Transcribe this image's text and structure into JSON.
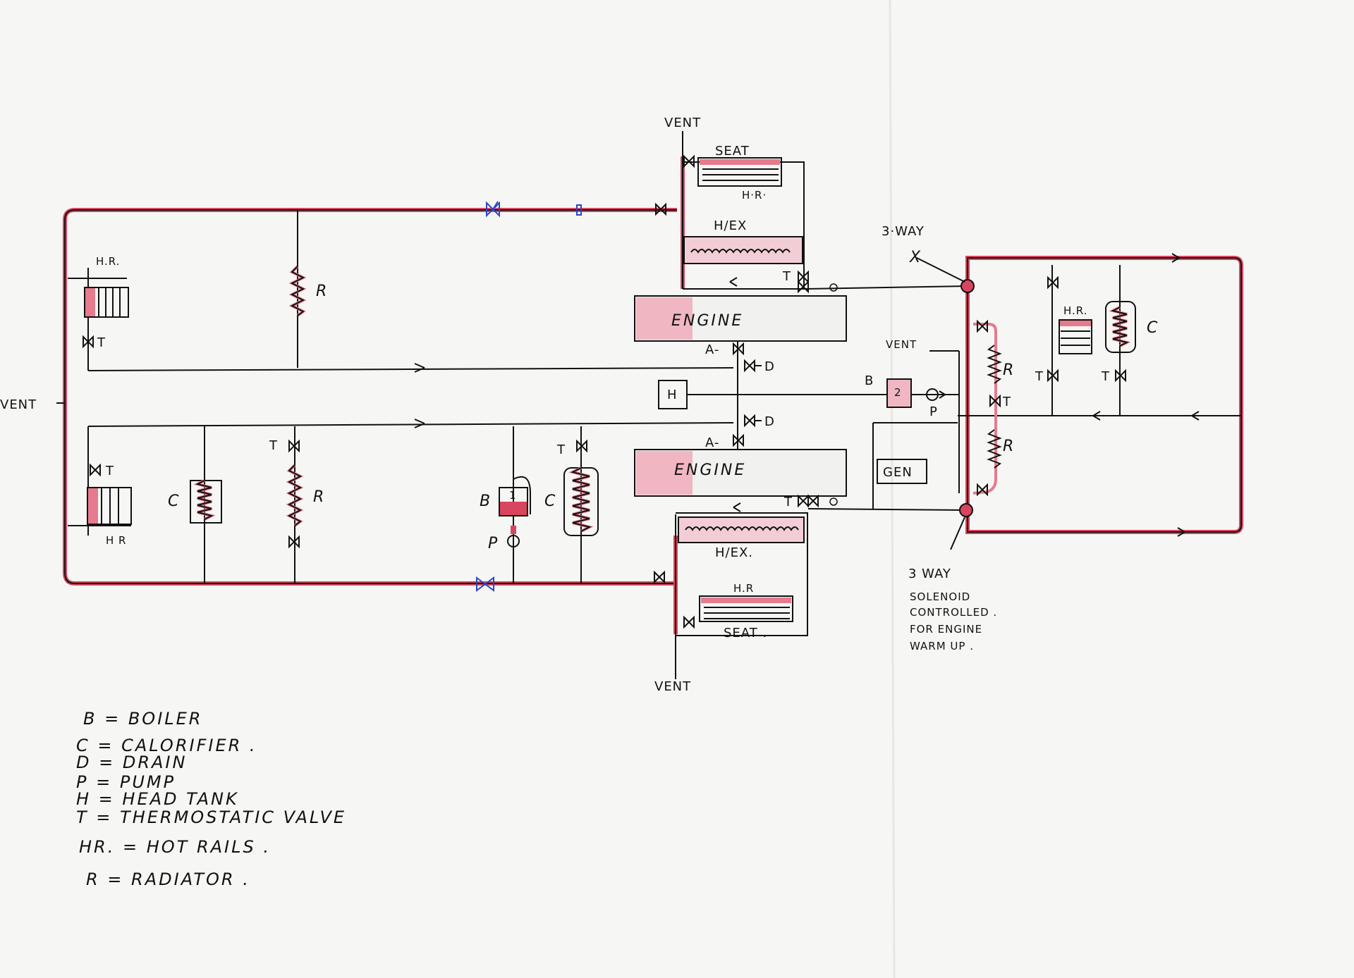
{
  "labels": {
    "vent_top": "VENT",
    "vent_bottom": "VENT",
    "vent_left": "VENT",
    "vent_right": "VENT",
    "seat_top": "SEAT",
    "seat_bottom": "SEAT .",
    "hr_top_seat": "H·R·",
    "hr_bottom_seat": "H.R",
    "hex_top": "H/EX",
    "hex_bottom": "H/EX.",
    "engine_top": "ENGINE",
    "engine_bottom": "ENGINE",
    "three_way_top": "3·WAY",
    "three_way_x": "X",
    "three_way_bottom": "3 WAY",
    "solenoid_note": [
      "SOLENOID",
      "CONTROLLED .",
      "FOR ENGINE",
      "WARM UP ."
    ],
    "head_tank": "H",
    "boiler_two_num": "2",
    "boiler_one_num": "1",
    "gen": "GEN",
    "hr_left_top": "H.R.",
    "hr_left_bottom": "H R",
    "hr_right": "H.R.",
    "r": "R",
    "t": "T",
    "c": "C",
    "b": "B",
    "p": "P",
    "d": "D",
    "a": "A-"
  },
  "legend": [
    "B = BOILER",
    "C = CALORIFIER .",
    "D = DRAIN",
    "P = PUMP",
    "H = HEAD TANK",
    "T = THERMOSTATIC VALVE",
    "HR. = HOT RAILS .",
    "R = RADIATOR ."
  ],
  "colors": {
    "pipe_red": "#d9455f",
    "ink_black": "#111111",
    "ink_blue": "#2b46c9",
    "paper": "#f6f6f4"
  }
}
